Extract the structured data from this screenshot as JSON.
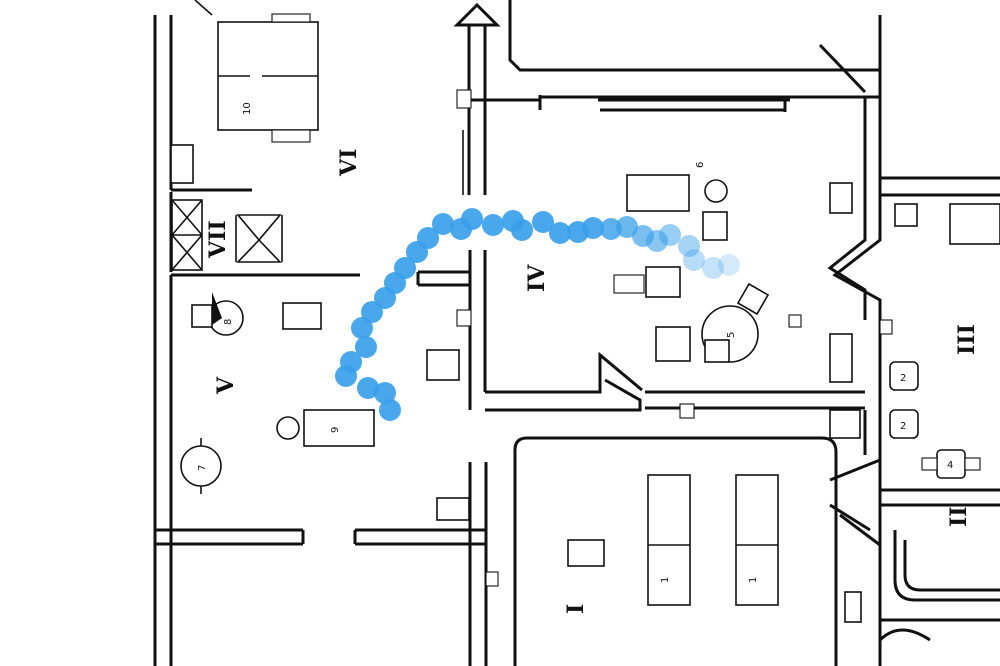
{
  "rooms": {
    "I": "I",
    "II": "II",
    "III": "III",
    "IV": "IV",
    "V": "V",
    "VI": "VI",
    "VII": "VII"
  },
  "equipment_numbers": {
    "n1a": "1",
    "n1b": "1",
    "n2a": "2",
    "n2b": "2",
    "n4": "4",
    "n5": "5",
    "n6": "6",
    "n7": "7",
    "n8": "8",
    "n9": "9",
    "n10": "10"
  },
  "trajectory": {
    "color": "#3aa0ea",
    "points": [
      [
        390,
        410
      ],
      [
        385,
        393
      ],
      [
        368,
        388
      ],
      [
        346,
        376
      ],
      [
        351,
        362
      ],
      [
        366,
        347
      ],
      [
        362,
        328
      ],
      [
        372,
        312
      ],
      [
        385,
        298
      ],
      [
        395,
        283
      ],
      [
        405,
        268
      ],
      [
        417,
        252
      ],
      [
        428,
        238
      ],
      [
        443,
        224
      ],
      [
        461,
        229
      ],
      [
        472,
        219
      ],
      [
        493,
        225
      ],
      [
        513,
        221
      ],
      [
        522,
        230
      ],
      [
        543,
        222
      ],
      [
        560,
        233
      ],
      [
        578,
        232
      ],
      [
        593,
        228
      ],
      [
        611,
        229
      ],
      [
        627,
        227
      ],
      [
        643,
        236
      ],
      [
        657,
        241
      ],
      [
        670,
        235
      ],
      [
        689,
        246
      ],
      [
        694,
        260
      ],
      [
        713,
        268
      ],
      [
        729,
        265
      ]
    ]
  }
}
